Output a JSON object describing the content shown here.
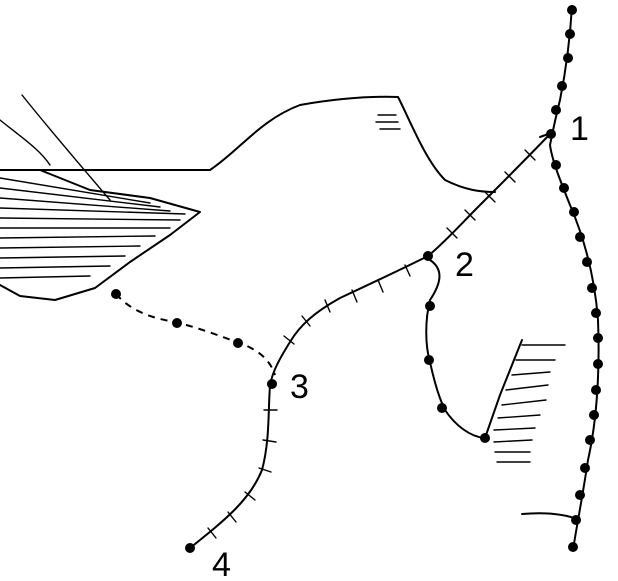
{
  "figure": {
    "labels": {
      "point_1": "1",
      "point_2": "2",
      "point_3": "3",
      "point_4": "4"
    }
  }
}
